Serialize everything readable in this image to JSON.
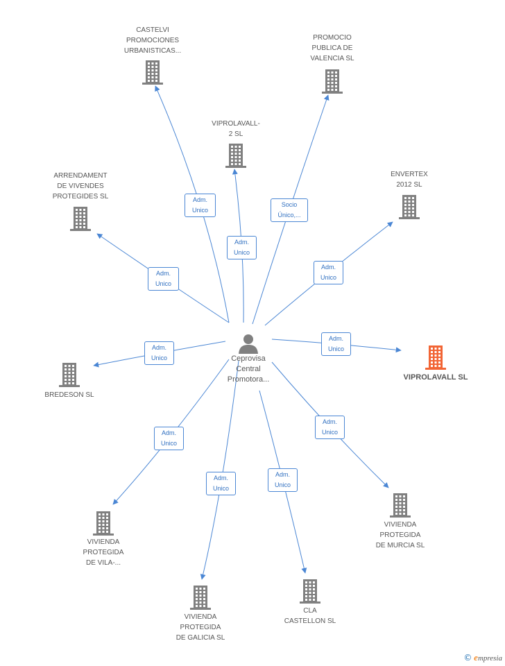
{
  "colors": {
    "edge": "#4a86d4",
    "building": "#808080",
    "highlight": "#f26535",
    "person": "#808080"
  },
  "center": {
    "label": "Ceprovisa\nCentral\nPromotora...",
    "icon": "person-icon"
  },
  "companies": [
    {
      "id": "castelvi",
      "label": "CASTELVI\nPROMOCIONES\nURBANISTICAS...",
      "icon": "building-icon",
      "highlight": false
    },
    {
      "id": "promocio",
      "label": "PROMOCIO\nPUBLICA DE\nVALENCIA SL",
      "icon": "building-icon",
      "highlight": false
    },
    {
      "id": "viprolavall2",
      "label": "VIPROLAVALL-\n2 SL",
      "icon": "building-icon",
      "highlight": false
    },
    {
      "id": "arrendament",
      "label": "ARRENDAMENT\nDE VIVENDES\nPROTEGIDES SL",
      "icon": "building-icon",
      "highlight": false
    },
    {
      "id": "envertex",
      "label": "ENVERTEX\n2012 SL",
      "icon": "building-icon",
      "highlight": false
    },
    {
      "id": "viprolavall",
      "label": "VIPROLAVALL SL",
      "icon": "building-icon",
      "highlight": true
    },
    {
      "id": "bredeson",
      "label": "BREDESON SL",
      "icon": "building-icon",
      "highlight": false
    },
    {
      "id": "vila",
      "label": "VIVIENDA\nPROTEGIDA\nDE VILA-...",
      "icon": "building-icon",
      "highlight": false
    },
    {
      "id": "galicia",
      "label": "VIVIENDA\nPROTEGIDA\nDE GALICIA SL",
      "icon": "building-icon",
      "highlight": false
    },
    {
      "id": "castellon",
      "label": "CLA\nCASTELLON SL",
      "icon": "building-icon",
      "highlight": false
    },
    {
      "id": "murcia",
      "label": "VIVIENDA\nPROTEGIDA\nDE MURCIA SL",
      "icon": "building-icon",
      "highlight": false
    }
  ],
  "edges": [
    {
      "to": "castelvi",
      "label": "Adm.\nUnico"
    },
    {
      "to": "promocio",
      "label": "Socio\nÚnico,..."
    },
    {
      "to": "viprolavall2",
      "label": "Adm.\nUnico"
    },
    {
      "to": "arrendament",
      "label": "Adm.\nUnico"
    },
    {
      "to": "envertex",
      "label": "Adm.\nUnico"
    },
    {
      "to": "viprolavall",
      "label": "Adm.\nUnico"
    },
    {
      "to": "bredeson",
      "label": "Adm.\nUnico"
    },
    {
      "to": "vila",
      "label": "Adm.\nUnico"
    },
    {
      "to": "galicia",
      "label": "Adm.\nUnico"
    },
    {
      "to": "castellon",
      "label": "Adm.\nUnico"
    },
    {
      "to": "murcia",
      "label": "Adm.\nUnico"
    }
  ],
  "brand": {
    "copyright": "©",
    "first_letter": "e",
    "rest": "mpresia"
  }
}
